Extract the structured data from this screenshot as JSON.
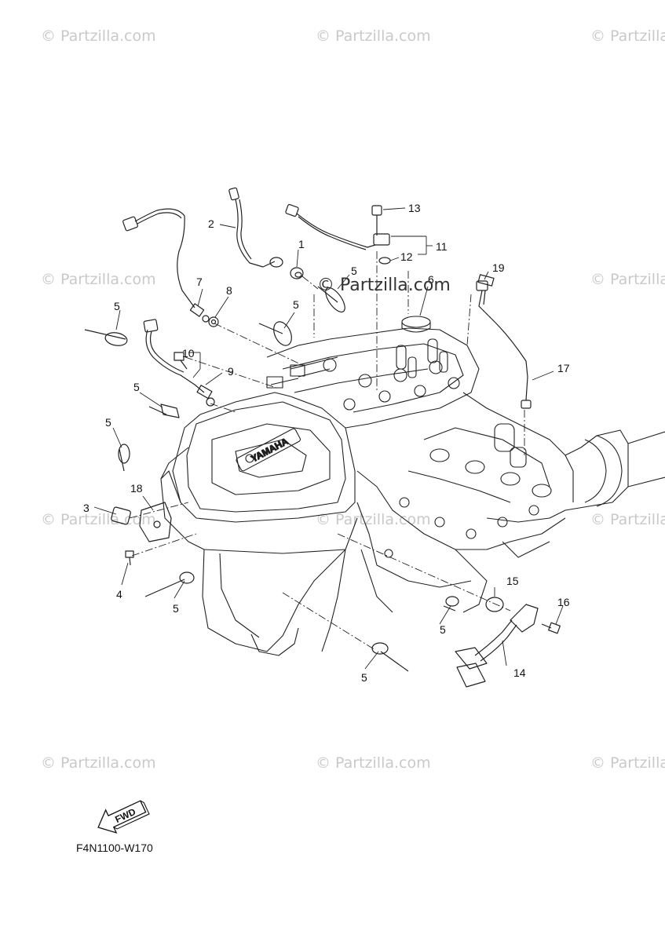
{
  "watermark": {
    "text": "© Partzilla.com",
    "main_text": "© Partzilla.com"
  },
  "fwd_label": "FWD",
  "diagram_code": "F4N1100-W170",
  "engine_brand": "YAMAHA",
  "callouts": [
    "1",
    "2",
    "3",
    "4",
    "5",
    "6",
    "7",
    "8",
    "9",
    "10",
    "11",
    "12",
    "13",
    "14",
    "15",
    "16",
    "17",
    "18",
    "19"
  ]
}
